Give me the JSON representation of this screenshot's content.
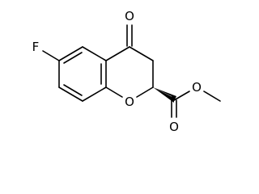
{
  "molecule": {
    "atoms": {
      "fluorine": "F",
      "ketone_oxygen": "O",
      "ring_oxygen": "O",
      "ester_carbonyl_oxygen": "O",
      "ester_ether_oxygen": "O"
    },
    "colors": {
      "bond": "#000000",
      "text": "#000000",
      "background": "#ffffff"
    }
  }
}
